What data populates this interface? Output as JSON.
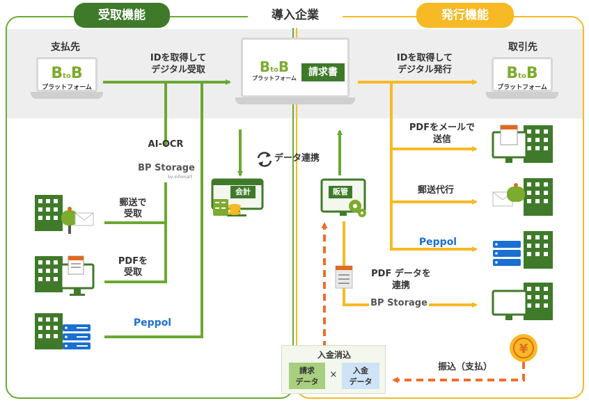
{
  "sections": {
    "receive": "受取機能",
    "company": "導入企業",
    "issue": "発行機能"
  },
  "top": {
    "payer": "支払先",
    "partner": "取引先",
    "receive_label_1": "IDを取得して",
    "receive_label_2": "デジタル受取",
    "issue_label_1": "IDを取得して",
    "issue_label_2": "デジタル発行",
    "invoice": "請求書",
    "logo_b1": "B",
    "logo_to": "to",
    "logo_b2": "B",
    "logo_sub": "プラットフォーム"
  },
  "left": {
    "ai_ocr": "AI-OCR",
    "bp_storage": "BP Storage",
    "bp_storage_sub": "by infomart",
    "mail_1": "郵送で",
    "mail_2": "受取",
    "pdf_1": "PDFを",
    "pdf_2": "受取",
    "peppol": "Peppol"
  },
  "center": {
    "data_link": "データ連携",
    "accounting": "会計",
    "sales": "販管",
    "reconcile_title": "入金消込",
    "invoice_data_1": "請求",
    "invoice_data_2": "データ",
    "times": "×",
    "payment_data_1": "入金",
    "payment_data_2": "データ"
  },
  "right": {
    "pdf_mail_1": "PDFをメールで",
    "pdf_mail_2": "送信",
    "mail_proxy": "郵送代行",
    "peppol": "Peppol",
    "pdf_link_1": "PDF データを",
    "pdf_link_2": "連携",
    "bp_storage": "BP Storage",
    "transfer": "振込（支払）"
  },
  "colors": {
    "green": "#6aa832",
    "dark_green": "#3f7a2a",
    "yellow": "#f7b924",
    "orange": "#f26c2a",
    "blue": "#1a6fd1",
    "grey_band": "#eeeeee"
  }
}
